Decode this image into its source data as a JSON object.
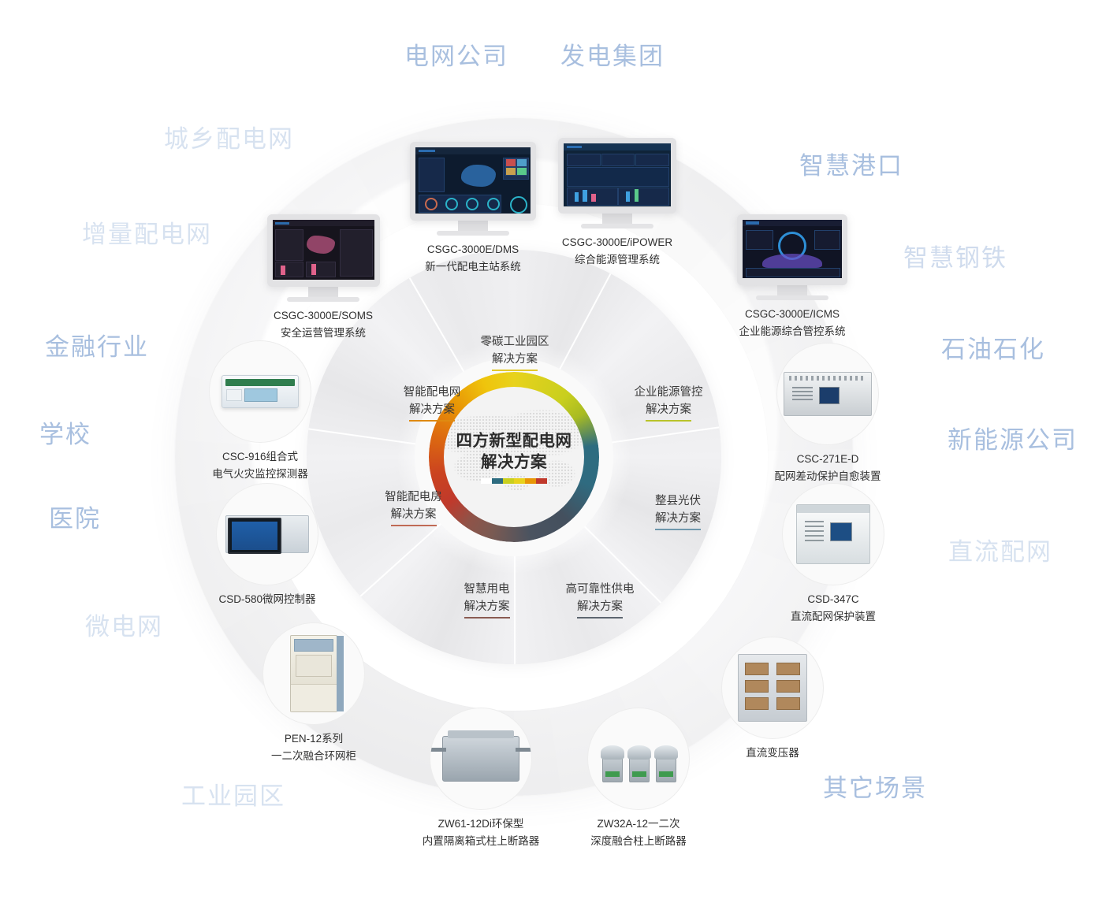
{
  "center": {
    "title_line1": "四方新型配电网",
    "title_line2": "解决方案",
    "accent_colors": [
      "#ffffff",
      "#2d6c80",
      "#c9cf1e",
      "#e8d21c",
      "#e89606",
      "#c0392b"
    ]
  },
  "wheel_segments": [
    {
      "id": "zero-carbon-park",
      "line1": "零碳工业园区",
      "line2": "解决方案",
      "underline_color": "#e3c92a"
    },
    {
      "id": "enterprise-energy-control",
      "line1": "企业能源管控",
      "line2": "解决方案",
      "underline_color": "#b9c32a"
    },
    {
      "id": "whole-county-pv",
      "line1": "整县光伏",
      "line2": "解决方案",
      "underline_color": "#6f98ad"
    },
    {
      "id": "high-reliability-power",
      "line1": "高可靠性供电",
      "line2": "解决方案",
      "underline_color": "#5d6670"
    },
    {
      "id": "smart-electricity-use",
      "line1": "智慧用电",
      "line2": "解决方案",
      "underline_color": "#8a5b52"
    },
    {
      "id": "smart-distribution-room",
      "line1": "智能配电房",
      "line2": "解决方案",
      "underline_color": "#c06a55"
    },
    {
      "id": "smart-distribution-network",
      "line1": "智能配电网",
      "line2": "解决方案",
      "underline_color": "#df8a11"
    }
  ],
  "products": [
    {
      "id": "csgc-3000e-dms",
      "model": "CSGC-3000E/DMS",
      "desc": "新一代配电主站系统",
      "art": "monitor"
    },
    {
      "id": "csgc-3000e-ipower",
      "model": "CSGC-3000E/iPOWER",
      "desc": "综合能源管理系统",
      "art": "monitor"
    },
    {
      "id": "csgc-3000e-soms",
      "model": "CSGC-3000E/SOMS",
      "desc": "安全运营管理系统",
      "art": "monitor"
    },
    {
      "id": "csgc-3000e-icms",
      "model": "CSGC-3000E/ICMS",
      "desc": "企业能源综合管控系统",
      "art": "monitor"
    },
    {
      "id": "csc-916",
      "model": "CSC-916组合式",
      "desc": "电气火灾监控探测器",
      "art": "device"
    },
    {
      "id": "csd-580",
      "model": "CSD-580微网控制器",
      "desc": "",
      "art": "device"
    },
    {
      "id": "pen-12",
      "model": "PEN-12系列",
      "desc": "一二次融合环网柜",
      "art": "device"
    },
    {
      "id": "zw61-12di",
      "model": "ZW61-12Di环保型",
      "desc": "内置隔离箱式柱上断路器",
      "art": "device"
    },
    {
      "id": "zw32a-12",
      "model": "ZW32A-12一二次",
      "desc": "深度融合柱上断路器",
      "art": "device"
    },
    {
      "id": "dc-transformer",
      "model": "直流变压器",
      "desc": "",
      "art": "device"
    },
    {
      "id": "csd-347c",
      "model": "CSD-347C",
      "desc": "直流配网保护装置",
      "art": "device"
    },
    {
      "id": "csc-271e-d",
      "model": "CSC-271E-D",
      "desc": "配网差动保护自愈装置",
      "art": "device"
    }
  ],
  "scenes": [
    {
      "id": "grid-company",
      "label": "电网公司",
      "opacity": 1.0
    },
    {
      "id": "power-gen-group",
      "label": "发电集团",
      "opacity": 1.0
    },
    {
      "id": "urban-rural-grid",
      "label": "城乡配电网",
      "opacity": 0.45
    },
    {
      "id": "incremental-grid",
      "label": "增量配电网",
      "opacity": 0.45
    },
    {
      "id": "finance-industry",
      "label": "金融行业",
      "opacity": 1.0
    },
    {
      "id": "school",
      "label": "学校",
      "opacity": 1.0
    },
    {
      "id": "hospital",
      "label": "医院",
      "opacity": 1.0
    },
    {
      "id": "microgrid",
      "label": "微电网",
      "opacity": 0.45
    },
    {
      "id": "industrial-park",
      "label": "工业园区",
      "opacity": 0.45
    },
    {
      "id": "smart-port",
      "label": "智慧港口",
      "opacity": 1.0
    },
    {
      "id": "smart-steel",
      "label": "智慧钢铁",
      "opacity": 0.55
    },
    {
      "id": "petro-chemical",
      "label": "石油石化",
      "opacity": 1.0
    },
    {
      "id": "new-energy-company",
      "label": "新能源公司",
      "opacity": 1.0
    },
    {
      "id": "dc-distribution",
      "label": "直流配网",
      "opacity": 0.45
    },
    {
      "id": "other-scenarios",
      "label": "其它场景",
      "opacity": 1.0
    }
  ]
}
